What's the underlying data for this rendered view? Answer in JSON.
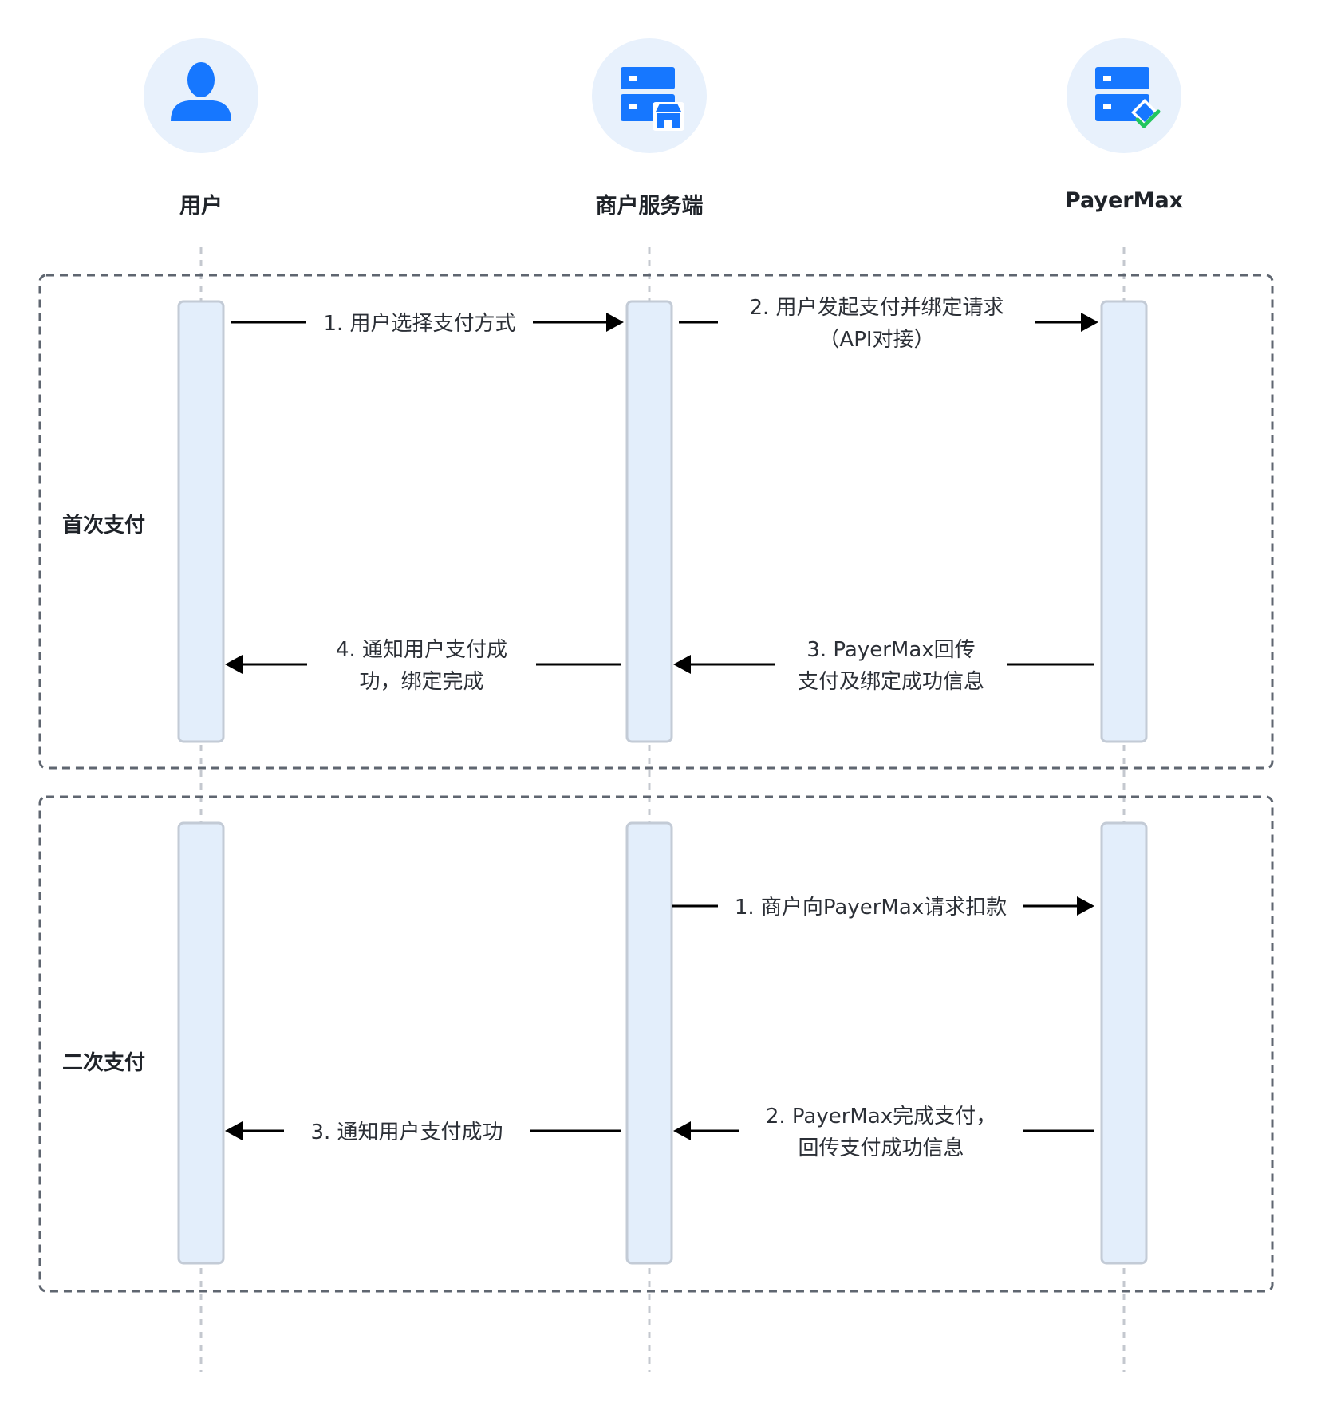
{
  "actors": [
    {
      "id": "user",
      "label": "用户",
      "icon": "user-icon"
    },
    {
      "id": "merchant",
      "label": "商户服务端",
      "icon": "merchant-server-icon"
    },
    {
      "id": "payermax",
      "label": "PayerMax",
      "icon": "payermax-server-icon"
    }
  ],
  "phases": [
    {
      "label": "首次支付",
      "messages": [
        {
          "from": "user",
          "to": "merchant",
          "lines": [
            "1. 用户选择支付方式"
          ]
        },
        {
          "from": "merchant",
          "to": "payermax",
          "lines": [
            "2. 用户发起支付并绑定请求",
            "（API对接）"
          ]
        },
        {
          "from": "payermax",
          "to": "merchant",
          "lines": [
            "3. PayerMax回传",
            "支付及绑定成功信息"
          ]
        },
        {
          "from": "merchant",
          "to": "user",
          "lines": [
            "4. 通知用户支付成",
            "功，绑定完成"
          ]
        }
      ]
    },
    {
      "label": "二次支付",
      "messages": [
        {
          "from": "merchant",
          "to": "payermax",
          "lines": [
            "1. 商户向PayerMax请求扣款"
          ]
        },
        {
          "from": "payermax",
          "to": "merchant",
          "lines": [
            "2. PayerMax完成支付，",
            "回传支付成功信息"
          ]
        },
        {
          "from": "merchant",
          "to": "user",
          "lines": [
            "3.  通知用户支付成功"
          ]
        }
      ]
    }
  ],
  "colors": {
    "accent": "#1677ff",
    "icon_bg": "#e8f1fc",
    "activation_fill": "#e3eefb",
    "activation_stroke": "#c3cbd6",
    "dash": "#5f6670",
    "lifeline": "#c4c8cf",
    "check_green": "#22c55e",
    "arrow": "#000000"
  }
}
